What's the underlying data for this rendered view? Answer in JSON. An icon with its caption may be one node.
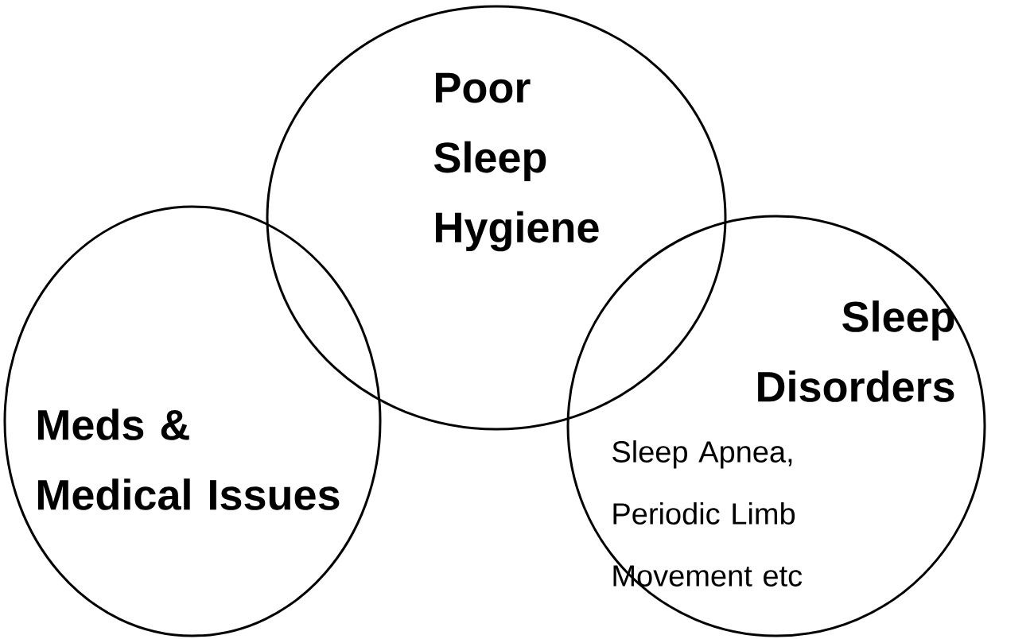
{
  "diagram": {
    "nodes": [
      {
        "text": [
          "Poor Sleep Hygiene"
        ]
      },
      {
        "text": [
          "Meds & Medical Issues"
        ]
      },
      {
        "text": [
          "Sleep Disorders",
          "Sleep Apnea, Periodic Limb Movement etc"
        ]
      }
    ]
  }
}
